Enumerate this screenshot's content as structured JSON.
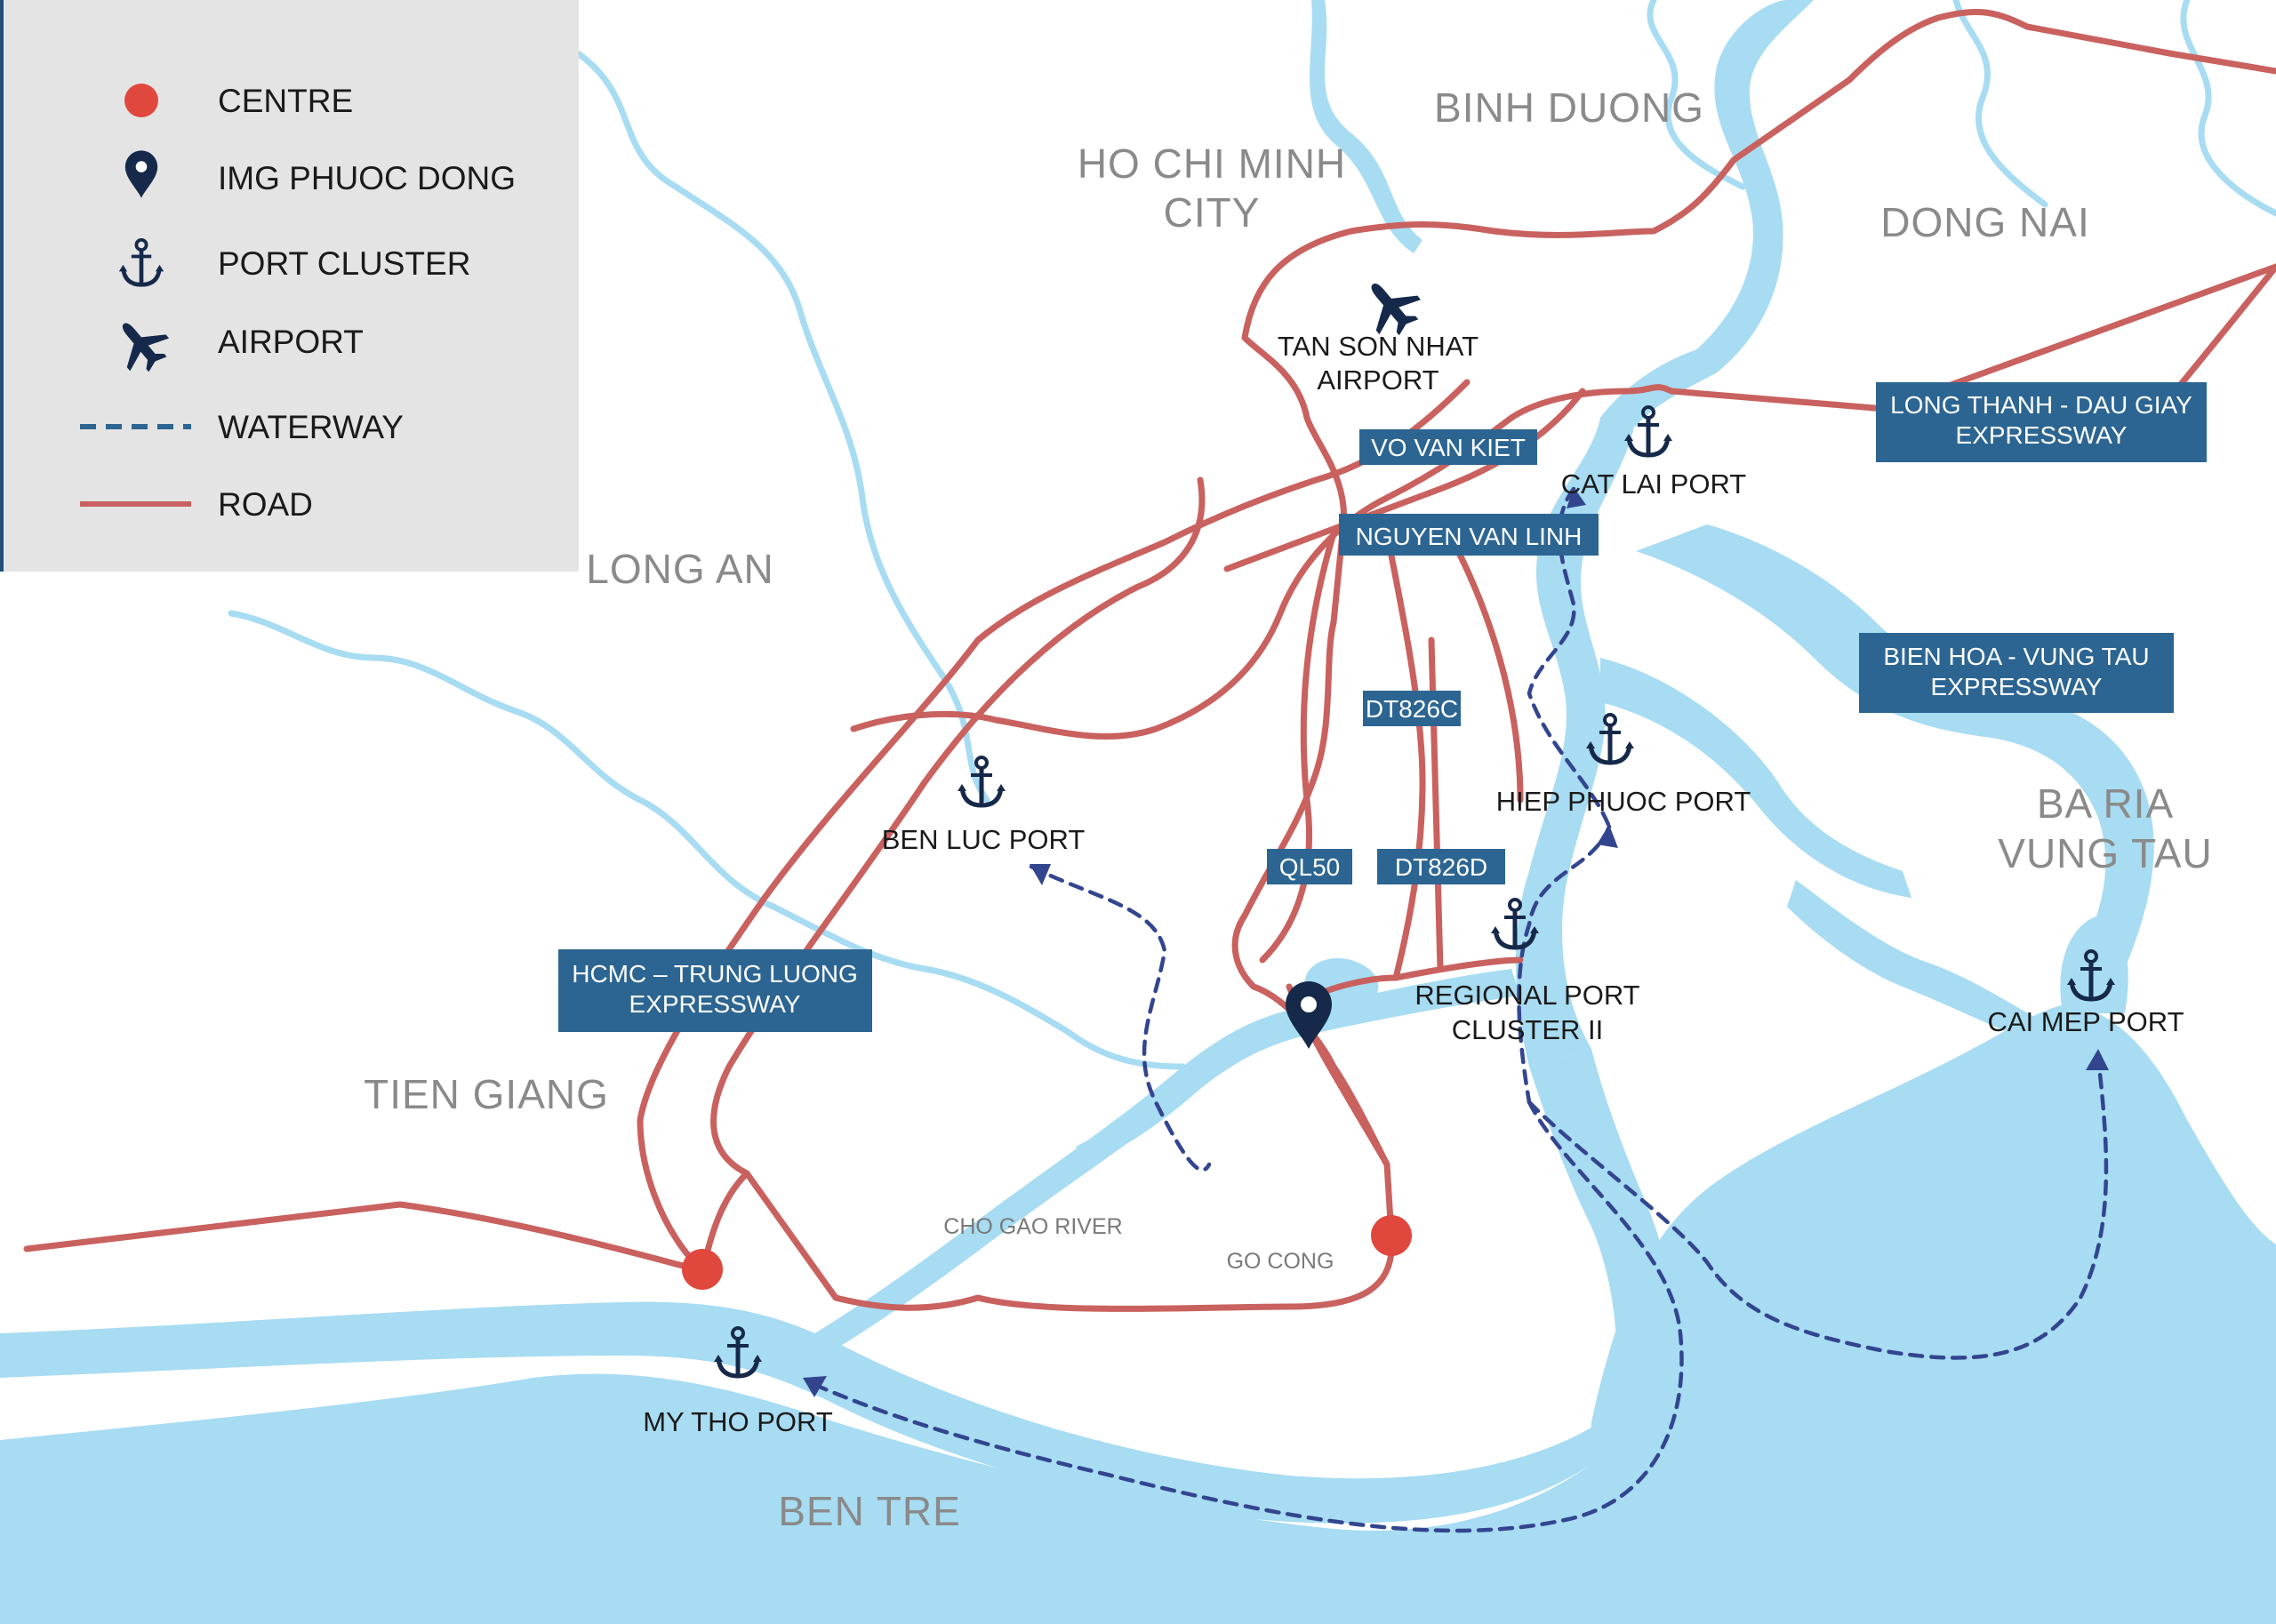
{
  "colors": {
    "water": "#a7dcf2",
    "road": "#c9615f",
    "waterway": "#33458f",
    "label_box": "#2c6592",
    "legend_bg": "#e4e4e4",
    "centre": "#e0473d",
    "icon": "#16294a",
    "region_text": "#8a8a8a"
  },
  "legend": {
    "items": [
      {
        "icon": "red-dot-icon",
        "label": "CENTRE"
      },
      {
        "icon": "map-pin-icon",
        "label": "IMG PHUOC DONG"
      },
      {
        "icon": "anchor-icon",
        "label": "PORT CLUSTER"
      },
      {
        "icon": "airplane-icon",
        "label": "AIRPORT"
      },
      {
        "icon": "dashed-line-icon",
        "label": "WATERWAY"
      },
      {
        "icon": "solid-line-icon",
        "label": "ROAD"
      }
    ]
  },
  "regions": {
    "hcmc_line1": "HO CHI MINH",
    "hcmc_line2": "CITY",
    "binh_duong": "BINH DUONG",
    "dong_nai": "DONG NAI",
    "long_an": "LONG AN",
    "tien_giang": "TIEN GIANG",
    "ben_tre": "BEN TRE",
    "ba_ria_line1": "BA RIA",
    "ba_ria_line2": "VUNG TAU"
  },
  "places": {
    "airport_line1": "TAN SON NHAT",
    "airport_line2": "AIRPORT",
    "cat_lai": "CAT LAI PORT",
    "hiep_phuoc": "HIEP PHUOC PORT",
    "ben_luc": "BEN LUC PORT",
    "regional_line1": "REGIONAL PORT",
    "regional_line2": "CLUSTER II",
    "cai_mep": "CAI MEP PORT",
    "my_tho": "MY THO PORT",
    "go_cong": "GO CONG",
    "cho_gao": "CHO GAO RIVER"
  },
  "road_labels": {
    "vo_van_kiet": "VO VAN KIET",
    "nguyen_van_linh": "NGUYEN VAN LINH",
    "dt826c": "DT826C",
    "dt826d": "DT826D",
    "ql50": "QL50",
    "long_thanh_line1": "LONG THANH - DAU GIAY",
    "long_thanh_line2": "EXPRESSWAY",
    "bien_hoa_line1": "BIEN HOA - VUNG TAU",
    "bien_hoa_line2": "EXPRESSWAY",
    "hcmc_tl_line1": "HCMC – TRUNG LUONG",
    "hcmc_tl_line2": "EXPRESSWAY"
  }
}
